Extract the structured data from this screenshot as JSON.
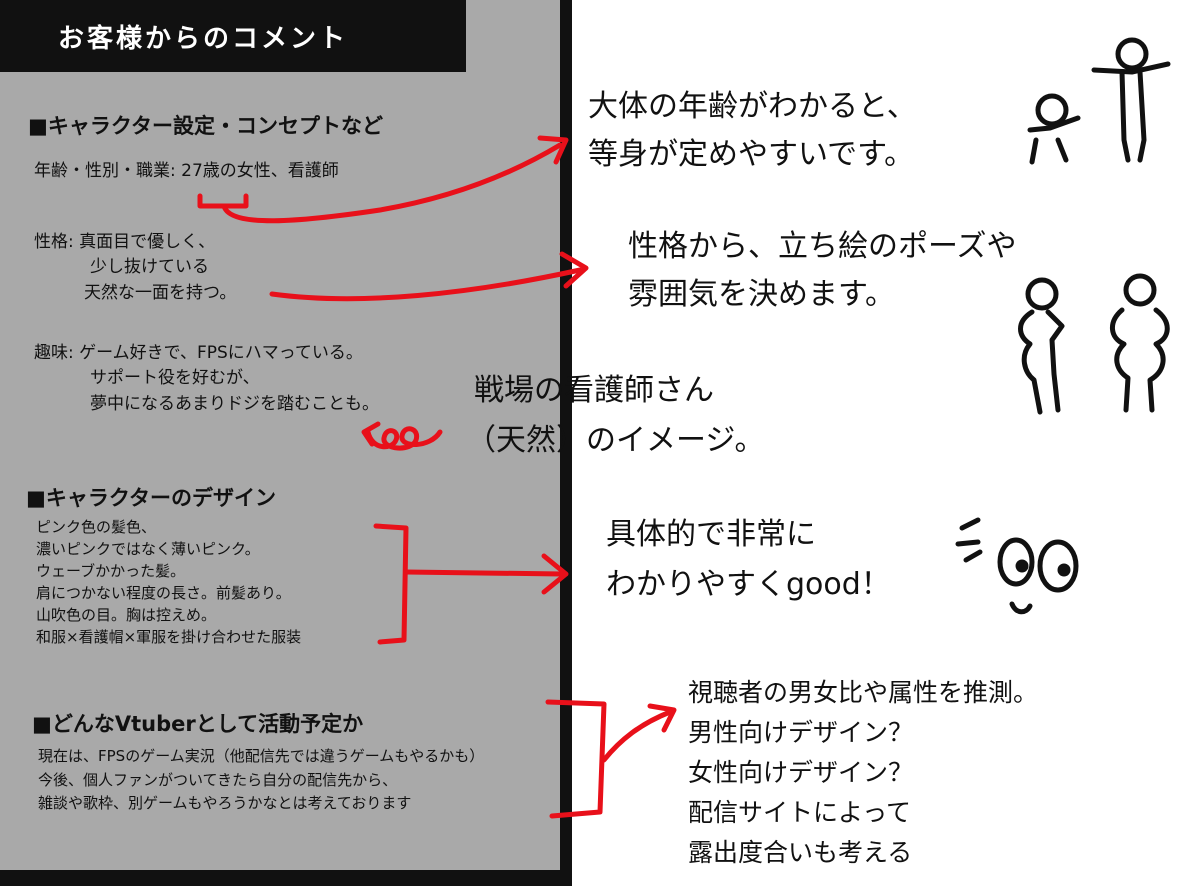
{
  "panel": {
    "title": "お客様からのコメント",
    "sections": {
      "concept": {
        "heading": "■キャラクター設定・コンセプトなど",
        "age_label": "年齢・性別・職業: ",
        "age_value": "27歳の女性、看護師",
        "personality_lines": [
          "性格: 真面目で優しく、",
          "少し抜けている",
          "天然な一面を持つ。"
        ],
        "hobby_lines": [
          "趣味: ゲーム好きで、FPSにハマっている。",
          "サポート役を好むが、",
          "夢中になるあまりドジを踏むことも。"
        ]
      },
      "design": {
        "heading": "■キャラクターのデザイン",
        "lines": [
          "ピンク色の髪色、",
          "濃いピンクではなく薄いピンク。",
          "ウェーブかかった髪。",
          "肩につかない程度の長さ。前髪あり。",
          "山吹色の目。胸は控えめ。",
          "和服×看護帽×軍服を掛け合わせた服装"
        ]
      },
      "vtuber": {
        "heading": "■どんなVtuberとして活動予定か",
        "lines": [
          "現在は、FPSのゲーム実況（他配信先では違うゲームもやるかも）",
          "今後、個人ファンがついてきたら自分の配信先から、",
          "雑談や歌枠、別ゲームもやろうかなとは考えております"
        ]
      }
    }
  },
  "notes": {
    "age": [
      "大体の年齢がわかると、",
      "等身が定めやすいです。"
    ],
    "personality": [
      "性格から、立ち絵のポーズや",
      "雰囲気を決めます。"
    ],
    "image": [
      "戦場の看護師さん",
      "（天然）のイメージ。"
    ],
    "design": [
      "具体的で非常に",
      "わかりやすくgood！"
    ],
    "viewers": [
      "視聴者の男女比や属性を推測。",
      "男性向けデザイン？",
      "女性向けデザイン？",
      "配信サイトによって",
      "露出度合いも考える"
    ]
  },
  "colors": {
    "panel_bg": "#a9a9a9",
    "title_bg": "#111111",
    "arrow_red": "#e8101a",
    "ink": "#111111"
  }
}
